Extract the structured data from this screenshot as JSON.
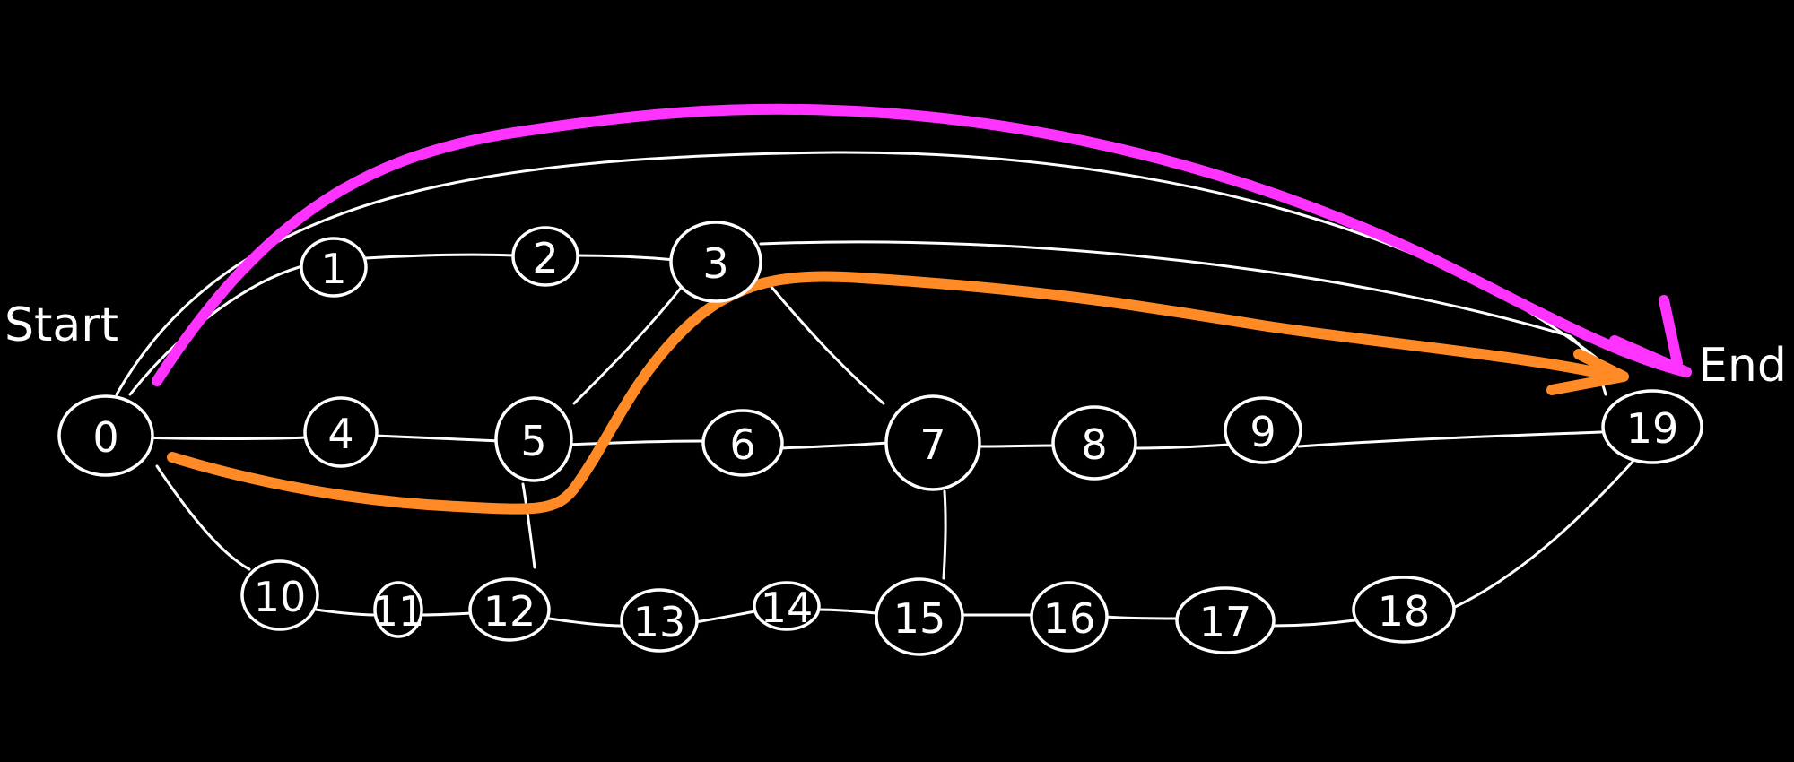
{
  "labels": {
    "start": "Start",
    "end": "End"
  },
  "colors": {
    "background": "#000000",
    "graph": "#ffffff",
    "path_magenta": "#ff33ff",
    "path_orange": "#ff8a26"
  },
  "nodes": [
    "0",
    "1",
    "2",
    "3",
    "4",
    "5",
    "6",
    "7",
    "8",
    "9",
    "10",
    "11",
    "12",
    "13",
    "14",
    "15",
    "16",
    "17",
    "18",
    "19"
  ],
  "edges": [
    [
      "0",
      "1"
    ],
    [
      "0",
      "4"
    ],
    [
      "0",
      "10"
    ],
    [
      "0",
      "19"
    ],
    [
      "1",
      "2"
    ],
    [
      "2",
      "3"
    ],
    [
      "3",
      "5"
    ],
    [
      "3",
      "7"
    ],
    [
      "3",
      "19"
    ],
    [
      "4",
      "5"
    ],
    [
      "5",
      "6"
    ],
    [
      "5",
      "12"
    ],
    [
      "6",
      "7"
    ],
    [
      "7",
      "8"
    ],
    [
      "7",
      "15"
    ],
    [
      "8",
      "9"
    ],
    [
      "9",
      "19"
    ],
    [
      "10",
      "11"
    ],
    [
      "11",
      "12"
    ],
    [
      "12",
      "13"
    ],
    [
      "13",
      "14"
    ],
    [
      "14",
      "15"
    ],
    [
      "15",
      "16"
    ],
    [
      "16",
      "17"
    ],
    [
      "17",
      "18"
    ],
    [
      "18",
      "19"
    ]
  ],
  "highlighted_paths": [
    {
      "color": "magenta",
      "from": "0",
      "to": "19"
    },
    {
      "color": "orange",
      "from": "0",
      "to": "19"
    }
  ]
}
